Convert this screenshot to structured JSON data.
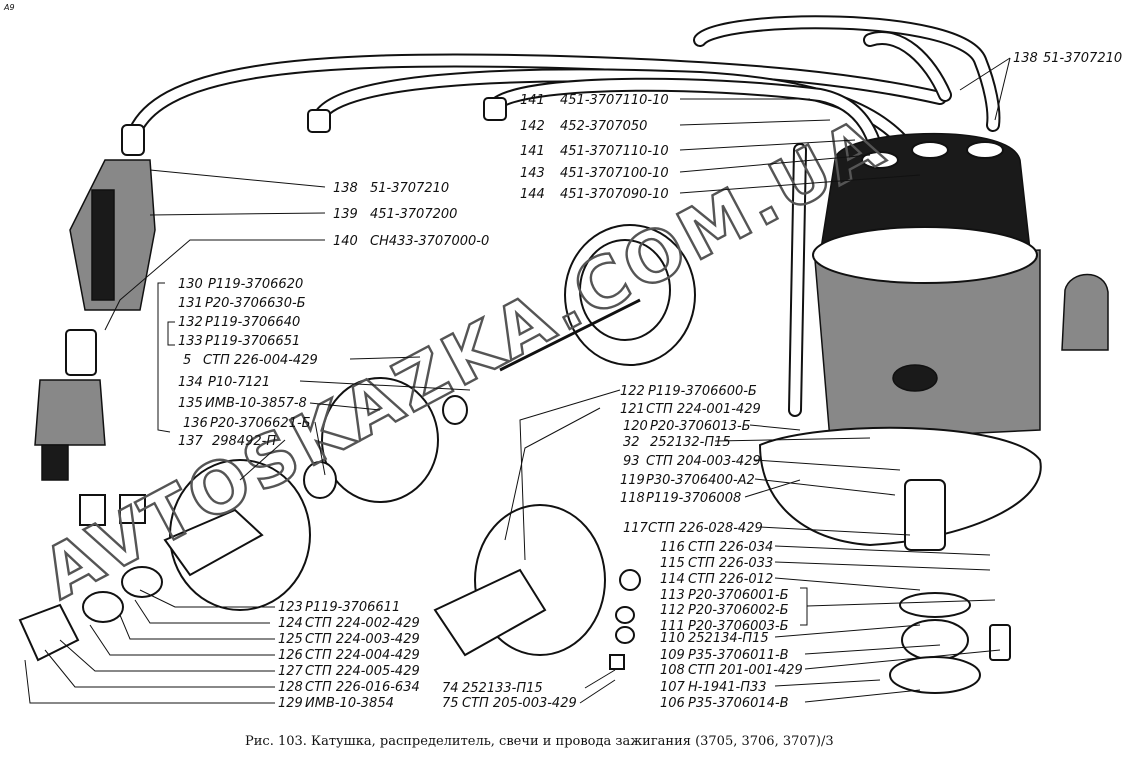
{
  "corner_mark": "A9",
  "caption": "Рис. 103. Катушка, распределитель, свечи и провода зажигания (3705, 3706, 3707)/3",
  "watermark": "AVTOSKAZKA.COM.UA",
  "labels": [
    {
      "id": "138a",
      "num": "138",
      "code": "51-3707210"
    },
    {
      "id": "141a",
      "num": "141",
      "code": "451-3707110-10"
    },
    {
      "id": "142",
      "num": "142",
      "code": "452-3707050"
    },
    {
      "id": "141b",
      "num": "141",
      "code": "451-3707110-10"
    },
    {
      "id": "143",
      "num": "143",
      "code": "451-3707100-10"
    },
    {
      "id": "144",
      "num": "144",
      "code": "451-3707090-10"
    },
    {
      "id": "138b",
      "num": "138",
      "code": "51-3707210"
    },
    {
      "id": "139",
      "num": "139",
      "code": "451-3707200"
    },
    {
      "id": "140",
      "num": "140",
      "code": "СН433-3707000-0"
    },
    {
      "id": "130",
      "num": "130",
      "code": "Р119-3706620"
    },
    {
      "id": "131",
      "num": "131",
      "code": "Р20-3706630-Б"
    },
    {
      "id": "132",
      "num": "132",
      "code": "Р119-3706640"
    },
    {
      "id": "133",
      "num": "133",
      "code": "Р119-3706651"
    },
    {
      "id": "5",
      "num": "5",
      "code": "СТП 226-004-429"
    },
    {
      "id": "134",
      "num": "134",
      "code": "Р10-7121"
    },
    {
      "id": "135",
      "num": "135",
      "code": "ИМВ-10-3857-8"
    },
    {
      "id": "136",
      "num": "136",
      "code": "Р20-3706621-Б"
    },
    {
      "id": "137",
      "num": "137",
      "code": "298492-П"
    },
    {
      "id": "122",
      "num": "122",
      "code": "Р119-3706600-Б"
    },
    {
      "id": "121",
      "num": "121",
      "code": "СТП 224-001-429"
    },
    {
      "id": "120",
      "num": "120",
      "code": "Р20-3706013-Б"
    },
    {
      "id": "32",
      "num": "32",
      "code": "252132-П15"
    },
    {
      "id": "93",
      "num": "93",
      "code": "СТП 204-003-429"
    },
    {
      "id": "119",
      "num": "119",
      "code": "Р30-3706400-А2"
    },
    {
      "id": "118",
      "num": "118",
      "code": "Р119-3706008"
    },
    {
      "id": "117",
      "num": "117",
      "code": "СТП 226-028-429"
    },
    {
      "id": "116",
      "num": "116",
      "code": "СТП 226-034"
    },
    {
      "id": "115",
      "num": "115",
      "code": "СТП 226-033"
    },
    {
      "id": "114",
      "num": "114",
      "code": "СТП 226-012"
    },
    {
      "id": "113",
      "num": "113",
      "code": "Р20-3706001-Б"
    },
    {
      "id": "112",
      "num": "112",
      "code": "Р20-3706002-Б"
    },
    {
      "id": "111",
      "num": "111",
      "code": "Р20-3706003-Б"
    },
    {
      "id": "110",
      "num": "110",
      "code": "252134-П15"
    },
    {
      "id": "109",
      "num": "109",
      "code": "Р35-3706011-В"
    },
    {
      "id": "108",
      "num": "108",
      "code": "СТП 201-001-429"
    },
    {
      "id": "107",
      "num": "107",
      "code": "Н-1941-П33"
    },
    {
      "id": "106",
      "num": "106",
      "code": "Р35-3706014-В"
    },
    {
      "id": "123",
      "num": "123",
      "code": "Р119-3706611"
    },
    {
      "id": "124",
      "num": "124",
      "code": "СТП 224-002-429"
    },
    {
      "id": "125",
      "num": "125",
      "code": "СТП 224-003-429"
    },
    {
      "id": "126",
      "num": "126",
      "code": "СТП 224-004-429"
    },
    {
      "id": "127",
      "num": "127",
      "code": "СТП 224-005-429"
    },
    {
      "id": "128",
      "num": "128",
      "code": "СТП 226-016-634"
    },
    {
      "id": "129",
      "num": "129",
      "code": "ИМВ-10-3854"
    },
    {
      "id": "74",
      "num": "74",
      "code": "252133-П15"
    },
    {
      "id": "75",
      "num": "75",
      "code": "СТП 205-003-429"
    }
  ]
}
